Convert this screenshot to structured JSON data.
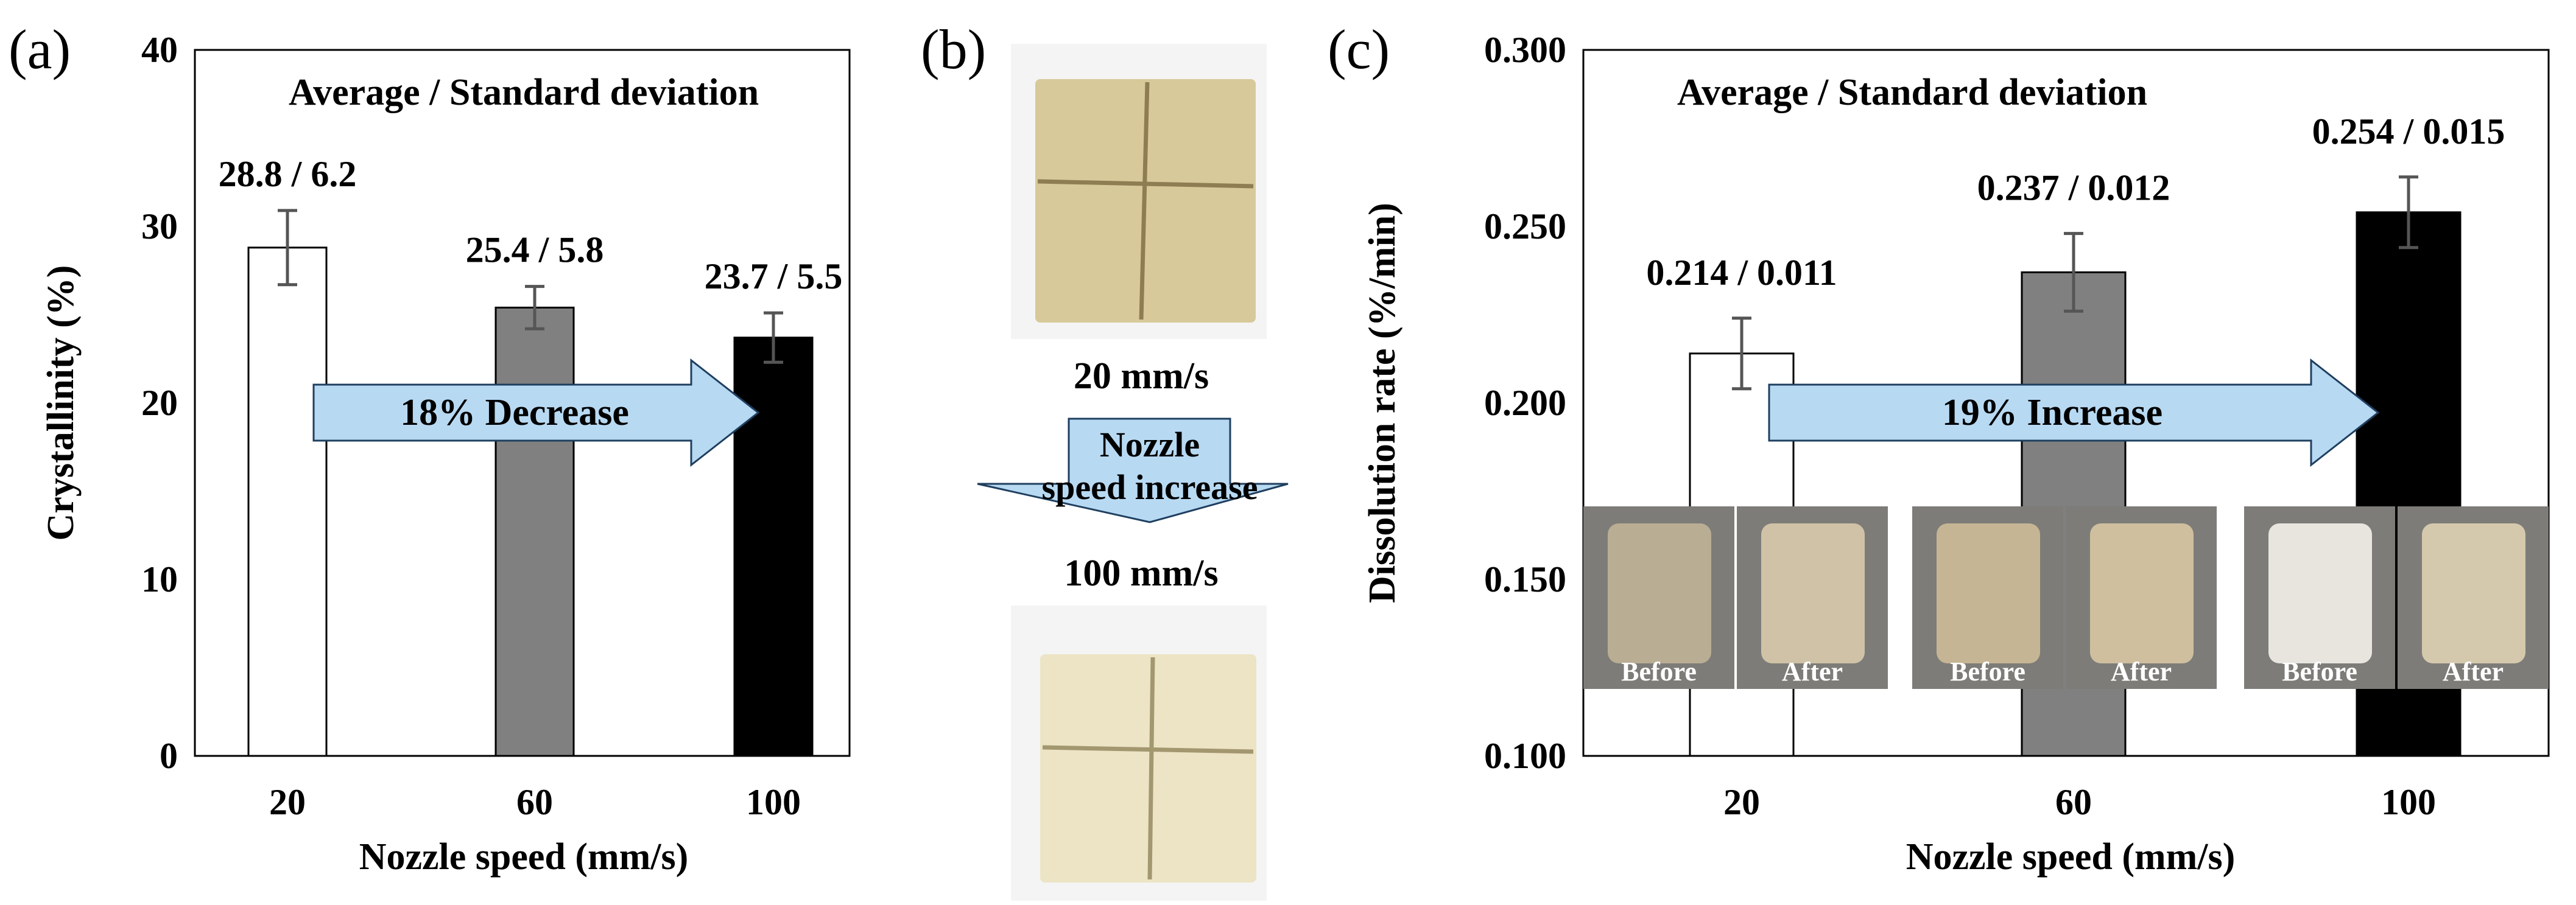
{
  "panels": {
    "a": {
      "letter": "(a)"
    },
    "b": {
      "letter": "(b)"
    },
    "c": {
      "letter": "(c)"
    }
  },
  "photos_b": {
    "top_caption": "20 mm/s",
    "bottom_caption": "100 mm/s",
    "arrow_text": [
      "Nozzle",
      "speed increase"
    ],
    "top_color": "#d8c99a",
    "bottom_color": "#ece4c4"
  },
  "colors": {
    "bar_20": "#ffffff",
    "bar_60": "#808080",
    "bar_100": "#000000",
    "arrow_fill": "#b8d9f2",
    "error_bar": "#555555"
  },
  "chart_data": [
    {
      "type": "bar",
      "panel": "a",
      "categories": [
        "20",
        "60",
        "100"
      ],
      "values": [
        28.8,
        25.4,
        23.7
      ],
      "errors": [
        2.1,
        1.2,
        1.4
      ],
      "data_labels": [
        "28.8 / 6.2",
        "25.4 / 5.8",
        "23.7 / 5.5"
      ],
      "title": "Average / Standard deviation",
      "xlabel": "Nozzle speed (mm/s)",
      "ylabel": "Crystallinity (%)",
      "ylim": [
        0,
        40
      ],
      "yticks": [
        "0",
        "10",
        "20",
        "30",
        "40"
      ],
      "annotation": "18% Decrease",
      "grid": false
    },
    {
      "type": "bar",
      "panel": "c",
      "categories": [
        "20",
        "60",
        "100"
      ],
      "values": [
        0.214,
        0.237,
        0.254
      ],
      "errors": [
        0.01,
        0.011,
        0.01
      ],
      "data_labels": [
        "0.214 / 0.011",
        "0.237 / 0.012",
        "0.254 / 0.015"
      ],
      "title": "Average / Standard deviation",
      "xlabel": "Nozzle speed (mm/s)",
      "ylabel": "Dissolution rate (%/min)",
      "ylim": [
        0.1,
        0.3
      ],
      "yticks": [
        "0.100",
        "0.150",
        "0.200",
        "0.250",
        "0.300"
      ],
      "annotation": "19% Increase",
      "inset_labels": [
        "Before",
        "After"
      ],
      "grid": false
    }
  ]
}
